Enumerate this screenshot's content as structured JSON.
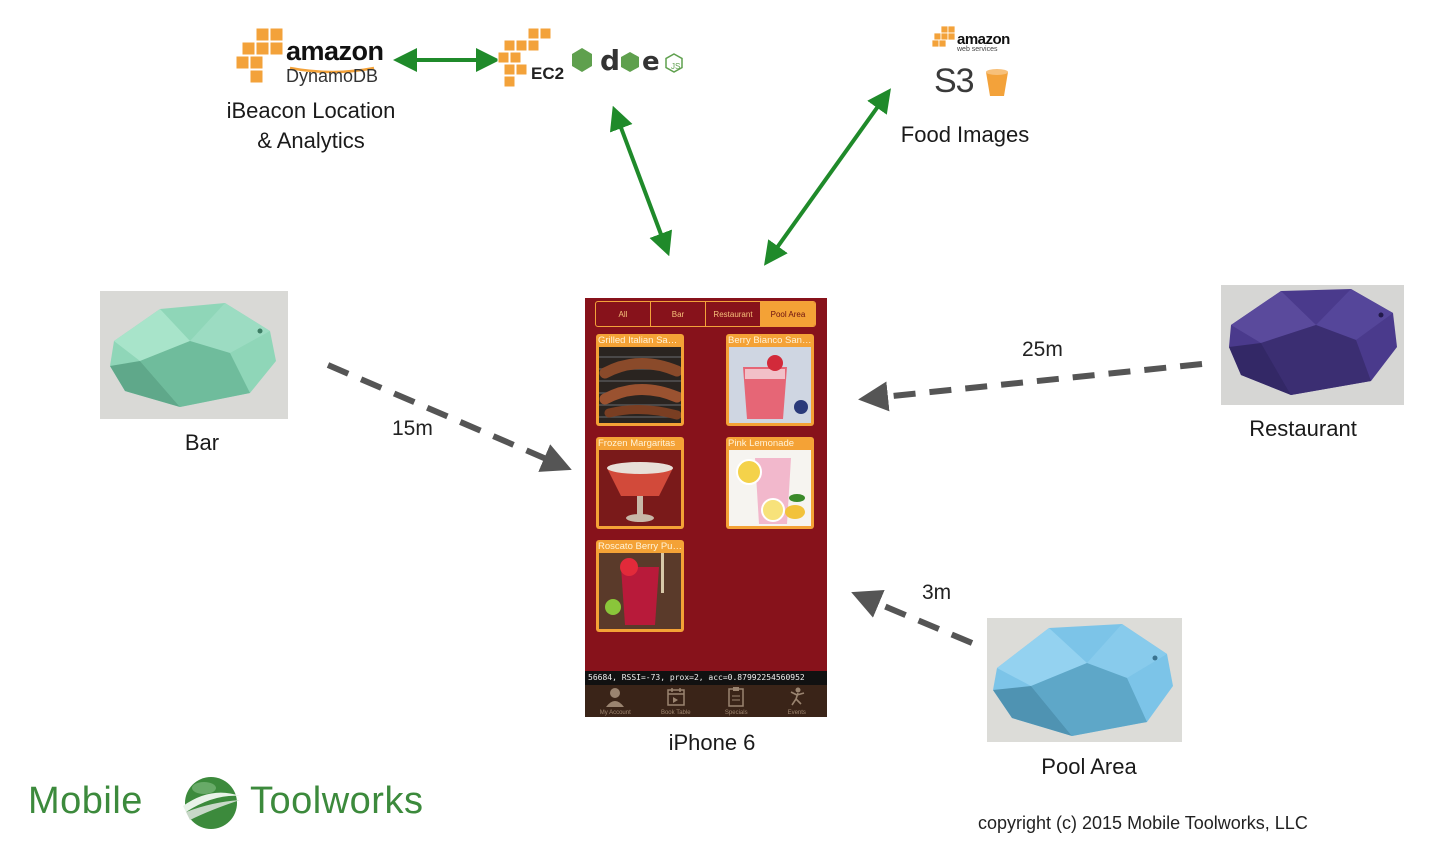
{
  "services": {
    "dynamodb": {
      "brand": "amazon",
      "product": "DynamoDB",
      "caption_line1": "iBeacon Location",
      "caption_line2": "& Analytics"
    },
    "ec2": {
      "label": "EC2",
      "node_word": "node",
      "node_js": "JS"
    },
    "s3": {
      "brand": "amazon",
      "brand_sub": "web services",
      "product": "S3",
      "caption": "Food Images"
    }
  },
  "beacons": {
    "bar": {
      "label": "Bar",
      "distance": "15m"
    },
    "restaurant": {
      "label": "Restaurant",
      "distance": "25m"
    },
    "pool": {
      "label": "Pool Area",
      "distance": "3m"
    }
  },
  "phone": {
    "caption": "iPhone 6",
    "segments": [
      "All",
      "Bar",
      "Restaurant",
      "Pool Area"
    ],
    "active_segment": "Pool Area",
    "items": [
      {
        "title": "Grilled Italian Sausage"
      },
      {
        "title": "Berry Bianco Sangria"
      },
      {
        "title": "Frozen Margaritas"
      },
      {
        "title": "Pink Lemonade"
      },
      {
        "title": "Roscato Berry Punch"
      }
    ],
    "debug": "56684, RSSI=-73, prox=2, acc=0.87992254560952",
    "tabs": [
      "My Account",
      "Book Table",
      "Specials",
      "Events"
    ]
  },
  "footer": {
    "logo_left": "Mobile",
    "logo_right": "Toolworks",
    "copyright": "copyright (c) 2015 Mobile Toolworks, LLC"
  },
  "colors": {
    "aws_orange": "#f3a23a",
    "arrow_green": "#1f8a2a",
    "arrow_gray": "#555555",
    "phone_bg": "#87121b",
    "beacon_mint": "#8fd6b8",
    "beacon_purple": "#4a3a8c",
    "beacon_blue": "#7cc4e8",
    "brand_green": "#3c8a3c"
  }
}
